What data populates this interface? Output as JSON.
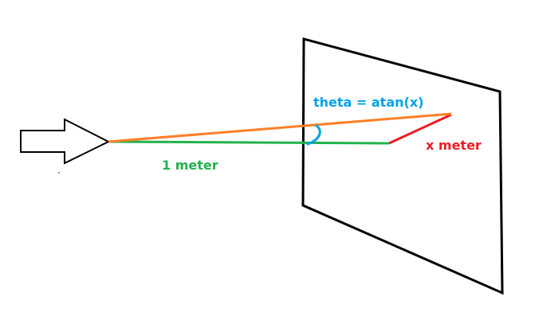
{
  "labels": {
    "theta": "theta = atan(x)",
    "distance": "1 meter",
    "offset": "x meter"
  },
  "colors": {
    "background": "#ffffff",
    "outline": "#000000",
    "distance_line": "#22b14c",
    "offset_line": "#ed1c24",
    "ray_line": "#ff7f27",
    "angle_arc": "#00a2e8",
    "theta_text": "#00a2e8",
    "distance_text": "#22b14c",
    "offset_text": "#ed1c24"
  }
}
